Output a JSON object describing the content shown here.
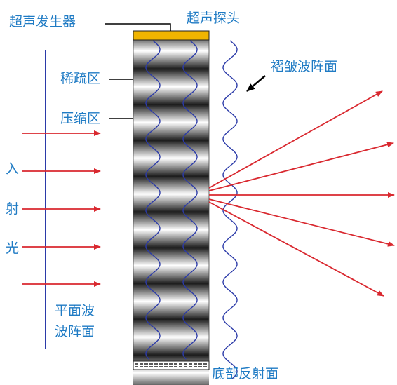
{
  "labels": {
    "generator": "超声发生器",
    "probe": "超声探头",
    "sparse": "稀疏区",
    "compressed": "压缩区",
    "wrinkled_wavefront": "褶皱波阵面",
    "incident_1": "入",
    "incident_2": "射",
    "incident_3": "光",
    "plane_wave_1": "平面波",
    "plane_wave_2": "波阵面",
    "bottom_reflector": "底部反射面"
  },
  "colors": {
    "label": "#1f7bc4",
    "wave": "#2b3aa8",
    "arrow": "#d9282f",
    "probe": "#f0b400",
    "leader": "#000000"
  }
}
